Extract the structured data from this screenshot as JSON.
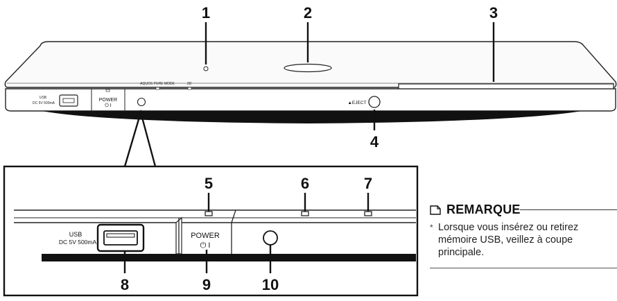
{
  "callouts": [
    "1",
    "2",
    "3",
    "4",
    "5",
    "6",
    "7",
    "8",
    "9",
    "10"
  ],
  "device": {
    "usb_label": "USB",
    "usb_spec": "DC 5V 500mA",
    "power_label": "POWER",
    "power_symbol": "⏻ I",
    "aquos_label": "AQUOS PURE MODE",
    "label_3d": "3D",
    "eject_label": "▲EJECT"
  },
  "detail": {
    "usb_label": "USB",
    "usb_spec": "DC 5V  500mA",
    "power_label": "POWER",
    "power_symbol": "⏻ I"
  },
  "note": {
    "title": "REMARQUE",
    "bullet": "*",
    "lines": [
      "Lorsque vous insérez ou retirez",
      "mémoire USB, veillez à coupe",
      "principale."
    ]
  }
}
